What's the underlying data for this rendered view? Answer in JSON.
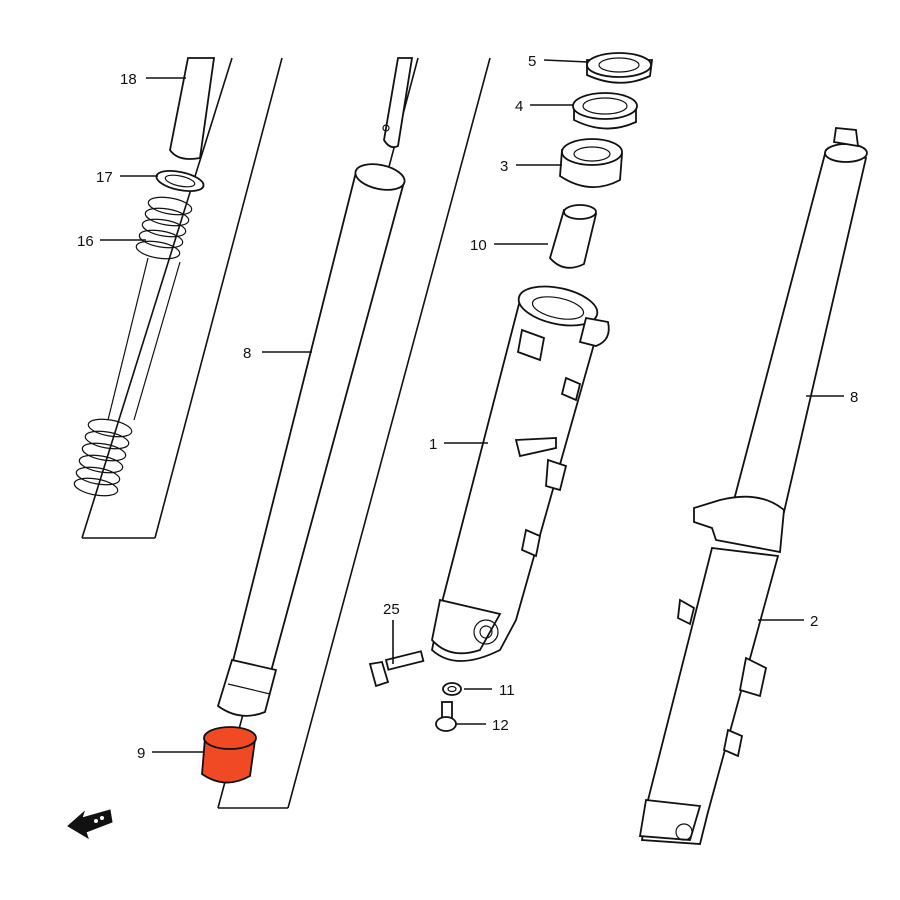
{
  "labels": {
    "p18": "18",
    "p17": "17",
    "p16": "16",
    "p8_left": "8",
    "p5": "5",
    "p4": "4",
    "p3": "3",
    "p10": "10",
    "p1": "1",
    "p8_right": "8",
    "p25": "25",
    "p11": "11",
    "p12": "12",
    "p2": "2",
    "p9": "9"
  },
  "highlight": {
    "part": "9",
    "color": "#ef4a24"
  },
  "colors": {
    "line": "#111111",
    "background": "#ffffff"
  },
  "icons": [
    "direction-arrow-icon"
  ]
}
